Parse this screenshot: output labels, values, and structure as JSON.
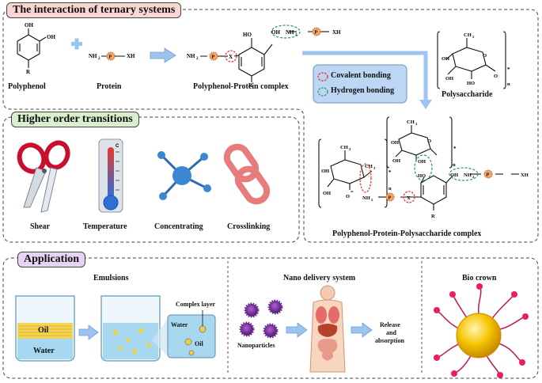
{
  "sections": {
    "ternary": {
      "title": "The interaction of ternary systems"
    },
    "higher": {
      "title": "Higher order transitions"
    },
    "application": {
      "title": "Application"
    }
  },
  "ternary_labels": {
    "polyphenol": "Polyphenol",
    "protein": "Protein",
    "pp_complex": "Polyphenol-Protein complex",
    "polysaccharide": "Polysaccharide",
    "ppp_complex": "Polyphenol-Protein-Polysaccharide complex"
  },
  "legend": {
    "covalent": "Covalent bonding",
    "hydrogen": "Hydrogen bonding",
    "covalent_color": "#e53935",
    "hydrogen_color": "#2e9e6a"
  },
  "transitions": [
    "Shear",
    "Temperature",
    "Concentrating",
    "Crosslinking"
  ],
  "thermometer_mark": "C",
  "chem": {
    "oh": "OH",
    "ho": "HO",
    "nh2": "NH",
    "xh": "XH",
    "x": "X",
    "p": "P",
    "r": "R",
    "o": "O",
    "ch": "CH",
    "n": "n",
    "star": "*",
    "two": "2",
    "three": "3",
    "plus": "+",
    "eq": "="
  },
  "applications": {
    "emulsions": "Emulsions",
    "oil": "Oil",
    "water": "Water",
    "complex_layer": "Complex layer",
    "inset_water": "Water",
    "inset_oil": "Oil",
    "nano": "Nano delivery system",
    "nanoparticles": "Nanoparticles",
    "release1": "Release",
    "release2": "and",
    "release3": "absorption",
    "bio": "Bio crown"
  },
  "colors": {
    "title_bg": "#f8d7d3",
    "higher_bg": "#d9efcf",
    "app_bg": "#e7d4f5",
    "arrow": "#8eb6e6",
    "p_fill": "#f4a460",
    "oil": "#f3cf3c",
    "water": "#a8d8f0"
  }
}
